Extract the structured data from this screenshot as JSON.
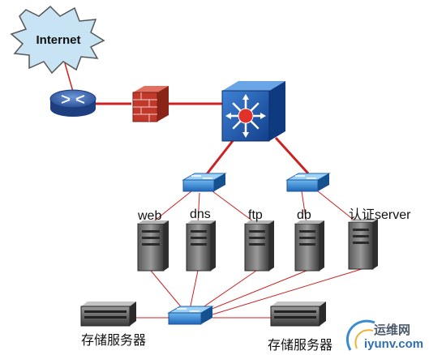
{
  "internet": {
    "label": "Internet"
  },
  "servers": [
    {
      "label": "web"
    },
    {
      "label": "dns"
    },
    {
      "label": "ftp"
    },
    {
      "label": "db"
    },
    {
      "label": "认证server"
    }
  ],
  "storage": [
    {
      "label": "存储服务器"
    },
    {
      "label": "存储服务器"
    }
  ],
  "watermark": {
    "top": "运维网",
    "bottom": "iyunv.com"
  },
  "colors": {
    "link": "#cc2222",
    "switch": "#2f7fd0",
    "core": "#1a4fa0",
    "firewall": "#c0392b",
    "cloud": "#c8e4f4"
  }
}
